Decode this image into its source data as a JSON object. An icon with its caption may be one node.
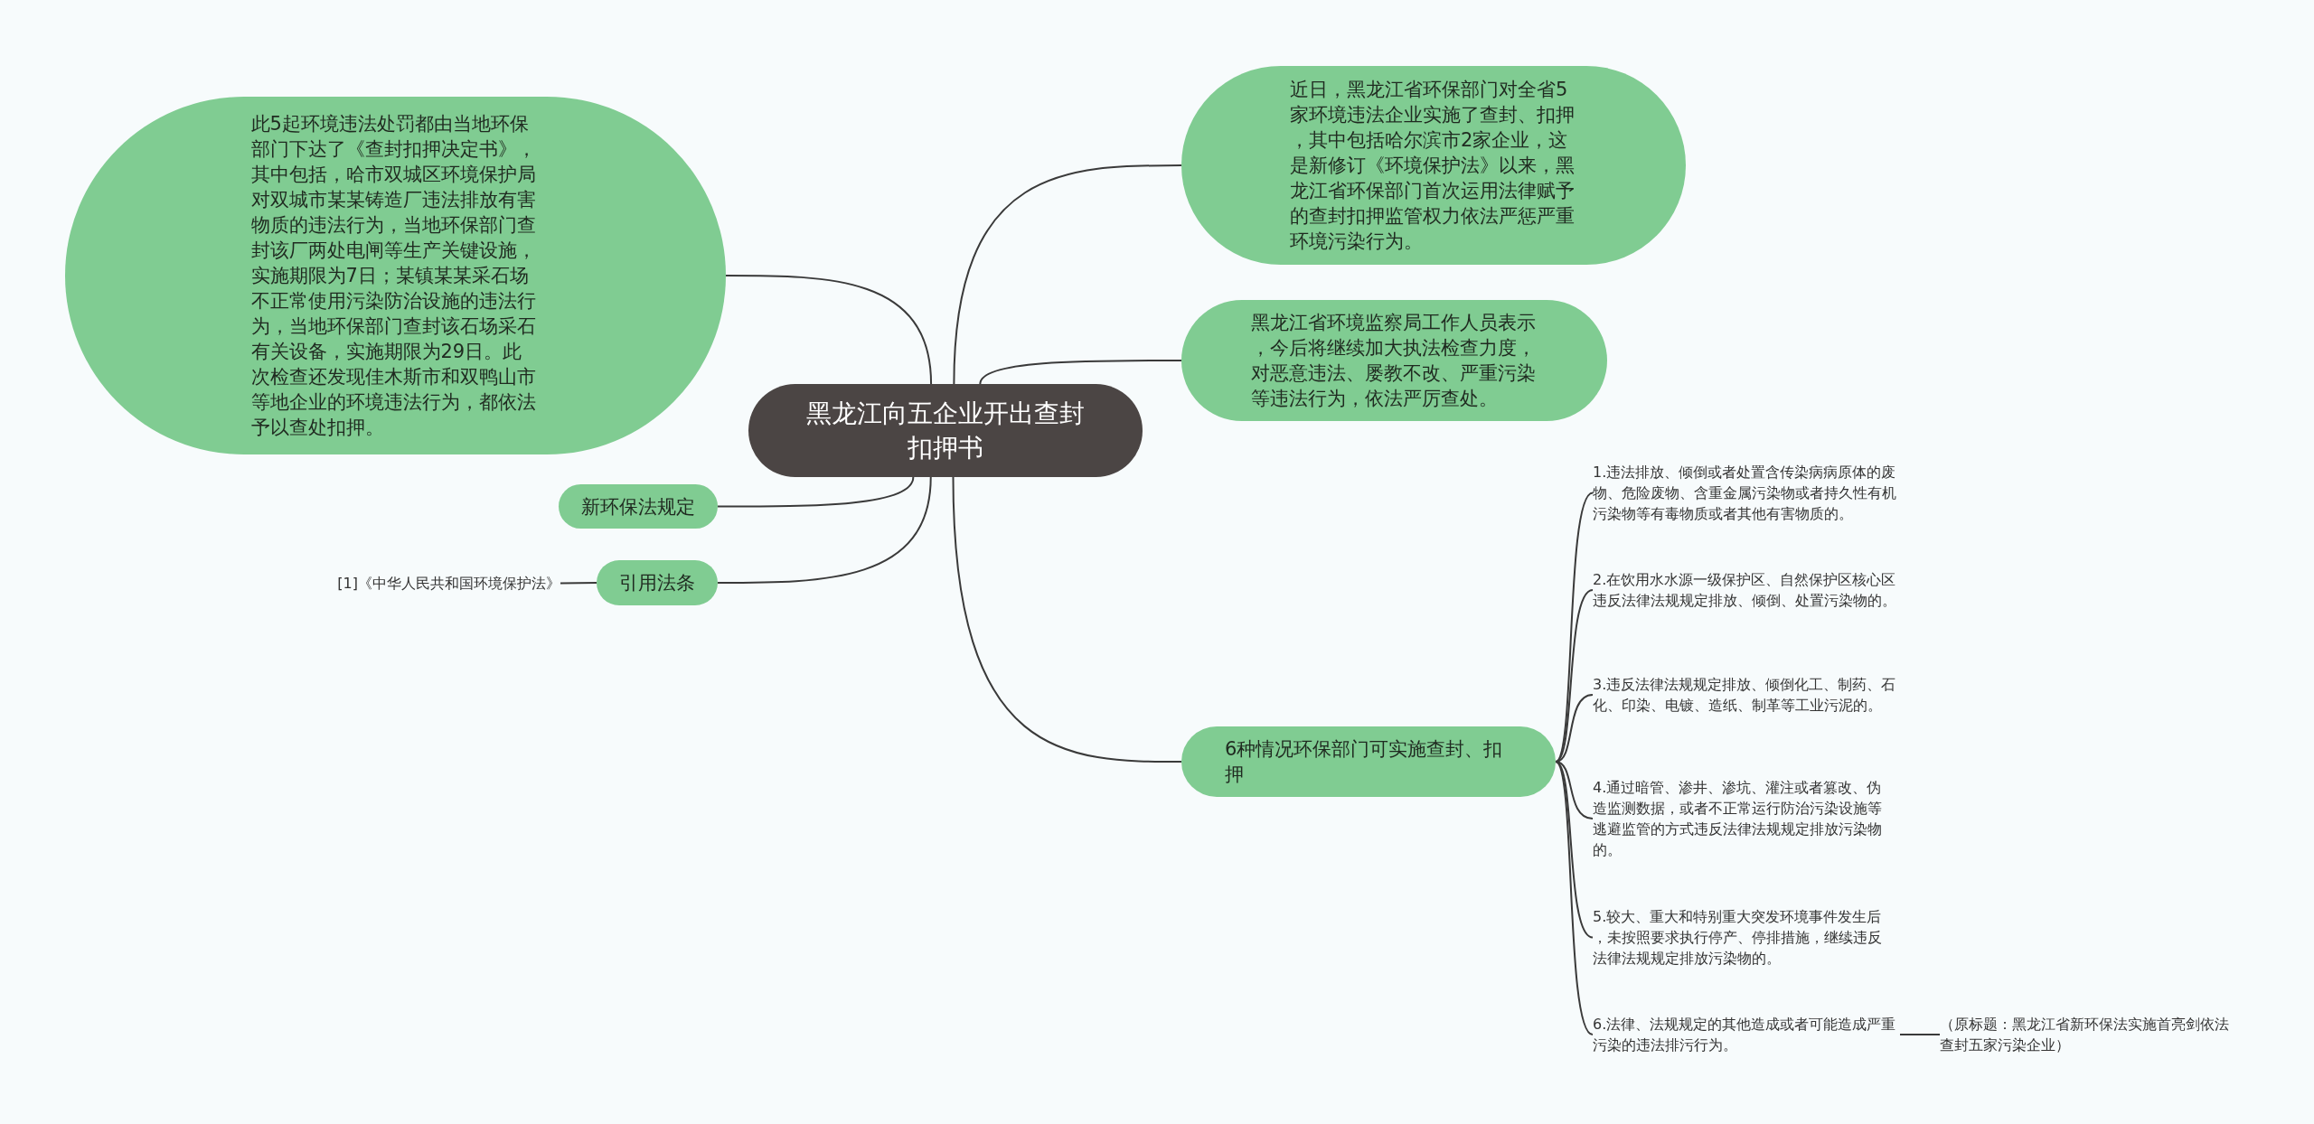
{
  "diagram": {
    "nodes": [
      {
        "text": [
          "黑龙江向五企业开出查封扣押书"
        ]
      },
      {
        "text": [
          "近日，黑龙江省环保部门对全省5家环境违法企业实施了查封、扣押，其中包括哈尔滨市2家企业，这是新修订《环境保护法》以来，黑龙江省环保部门首次运用法律赋予的查封扣押监管权力依法严惩严重环境污染行为。"
        ]
      },
      {
        "text": [
          "黑龙江省环境监察局工作人员表示，今后将继续加大执法检查力度，对恶意违法、屡教不改、严重污染等违法行为，依法严厉查处。"
        ]
      },
      {
        "text": [
          "6种情况环保部门可实施查封、扣押"
        ]
      },
      {
        "text": [
          "1.违法排放、倾倒或者处置含传染病病原体的废物、危险废物、含重金属污染物或者持久性有机污染物等有毒物质或者其他有害物质的。"
        ]
      },
      {
        "text": [
          "2.在饮用水水源一级保护区、自然保护区核心区违反法律法规规定排放、倾倒、处置污染物的。"
        ]
      },
      {
        "text": [
          "3.违反法律法规规定排放、倾倒化工、制药、石化、印染、电镀、造纸、制革等工业污泥的。"
        ]
      },
      {
        "text": [
          "4.通过暗管、渗井、渗坑、灌注或者篡改、伪造监测数据，或者不正常运行防治污染设施等逃避监管的方式违反法律法规规定排放污染物的。"
        ]
      },
      {
        "text": [
          "5.较大、重大和特别重大突发环境事件发生后，未按照要求执行停产、停排措施，继续违反法律法规规定排放污染物的。"
        ]
      },
      {
        "text": [
          "6.法律、法规规定的其他造成或者可能造成严重污染的违法排污行为。"
        ]
      },
      {
        "text": [
          "（原标题：黑龙江省新环保法实施首亮剑依法查封五家污染企业）"
        ]
      },
      {
        "text": [
          "此5起环境违法处罚都由当地环保部门下达了《查封扣押决定书》，其中包括，哈市双城区环境保护局对双城市某某铸造厂违法排放有害物质的违法行为，当地环保部门查封该厂两处电闸等生产关键设施，实施期限为7日；某镇某某采石场不正常使用污染防治设施的违法行为，当地环保部门查封该石场采石有关设备，实施期限为29日。此次检查还发现佳木斯市和双鸭山市等地企业的环境违法行为，都依法予以查处扣押。"
        ]
      },
      {
        "text": [
          "新环保法规定"
        ]
      },
      {
        "text": [
          "引用法条"
        ]
      },
      {
        "text": [
          "[1]《中华人民共和国环境保护法》"
        ]
      }
    ],
    "edges": [
      {
        "from": 0,
        "to": 1,
        "arrow": "none"
      },
      {
        "from": 0,
        "to": 2,
        "arrow": "none"
      },
      {
        "from": 0,
        "to": 3,
        "arrow": "none"
      },
      {
        "from": 3,
        "to": 4,
        "arrow": "none"
      },
      {
        "from": 3,
        "to": 5,
        "arrow": "none"
      },
      {
        "from": 3,
        "to": 6,
        "arrow": "none"
      },
      {
        "from": 3,
        "to": 7,
        "arrow": "none"
      },
      {
        "from": 3,
        "to": 8,
        "arrow": "none"
      },
      {
        "from": 3,
        "to": 9,
        "arrow": "none"
      },
      {
        "from": 9,
        "to": 10,
        "arrow": "none"
      },
      {
        "from": 0,
        "to": 11,
        "arrow": "none"
      },
      {
        "from": 0,
        "to": 12,
        "arrow": "none"
      },
      {
        "from": 0,
        "to": 13,
        "arrow": "none"
      },
      {
        "from": 13,
        "to": 14,
        "arrow": "none"
      }
    ]
  }
}
